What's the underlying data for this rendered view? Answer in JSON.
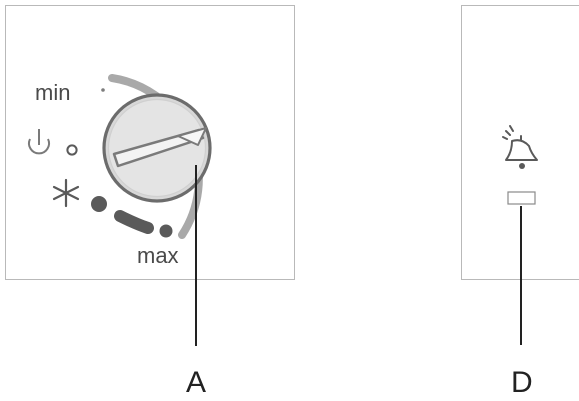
{
  "control_panel": {
    "dial": {
      "min_label": "min",
      "max_label": "max",
      "modes": [
        "power-standby-icon",
        "freeze-snowflake-icon"
      ]
    },
    "alarm_indicator": {
      "icon": "alarm-bell-icon"
    }
  },
  "callouts": {
    "a_label": "A",
    "d_label": "D"
  },
  "colors": {
    "panel_border": "#b9b9b9",
    "dial_fill": "#d9d9d9",
    "dial_outline": "#6c6c6c",
    "arc_gray": "#a9a9a9",
    "dark_gray": "#5a5a5a",
    "text": "#4a4a4a"
  }
}
